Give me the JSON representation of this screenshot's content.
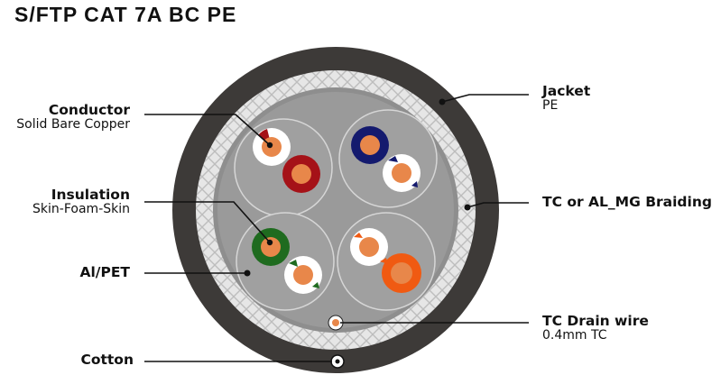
{
  "title": "S/FTP CAT 7A BC PE",
  "labels": {
    "conductor": {
      "heading": "Conductor",
      "sub": "Solid Bare Copper"
    },
    "insulation": {
      "heading": "Insulation",
      "sub": "Skin-Foam-Skin"
    },
    "alpet": {
      "heading": "Al/PET"
    },
    "cotton": {
      "heading": "Cotton"
    },
    "jacket": {
      "heading": "Jacket",
      "sub": "PE"
    },
    "braiding": {
      "heading": "TC or AL_MG Braiding"
    },
    "drain": {
      "heading": "TC Drain wire",
      "sub": "0.4mm TC"
    }
  },
  "colors": {
    "jacket": "#3d3a38",
    "braid": "#e4e4e4",
    "core": "#9a9a9a",
    "conductor": "#e8874a",
    "pair_red": "#a51218",
    "pair_blue": "#141a6e",
    "pair_green": "#1f6b1f",
    "pair_orange": "#f05a12",
    "white": "#ffffff"
  }
}
